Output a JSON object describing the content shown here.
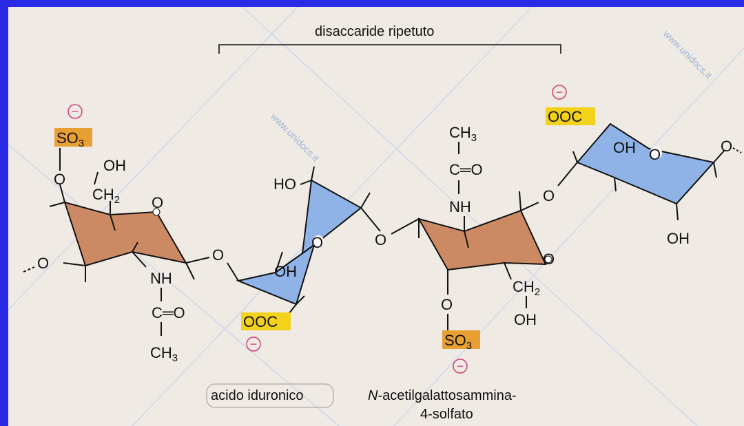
{
  "diagram": {
    "bracket_label": "disaccaride ripetuto",
    "caption_left": "acido iduronico",
    "caption_right_line1_italic": "N",
    "caption_right_line1": "-acetilgalattosammina-",
    "caption_right_line2": "4-solfato",
    "charge_symbol": "−",
    "watermark": "www.unidocs.it",
    "colors": {
      "border": "#2b2ae6",
      "background": "#efeae4",
      "ring_brown": "#cc8a64",
      "ring_blue": "#8fb3e6",
      "highlight_yellow": "#f3d21c",
      "highlight_orange": "#e9a033",
      "charge_pink": "#d13a7a"
    },
    "groups": {
      "so3": "SO",
      "so3_sub": "3",
      "ooc": "OOC",
      "ch3": "CH",
      "ch3_sub": "3",
      "ch2": "CH",
      "ch2_sub": "2",
      "oh": "OH",
      "ho": "HO",
      "nh": "NH",
      "o": "O",
      "c_double_o": "C═O"
    }
  }
}
